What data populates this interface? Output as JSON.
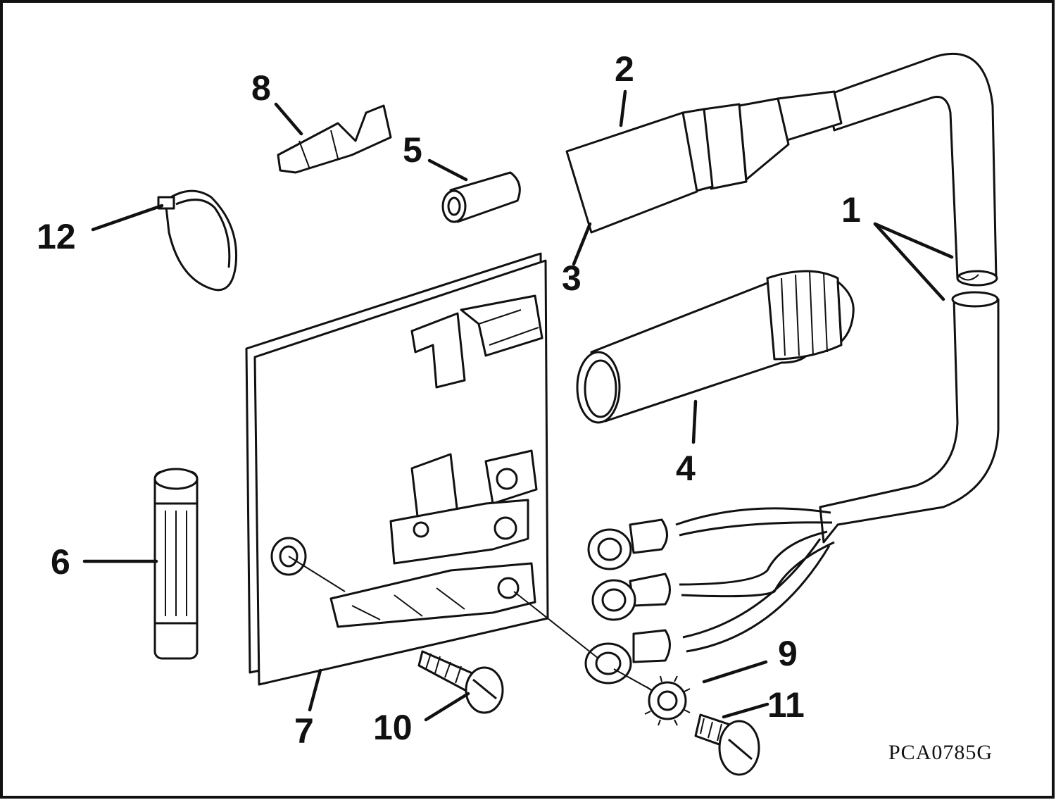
{
  "diagram": {
    "drawing_code": "PCA0785G",
    "callouts": [
      {
        "id": "1",
        "label": "1"
      },
      {
        "id": "2",
        "label": "2"
      },
      {
        "id": "3",
        "label": "3"
      },
      {
        "id": "4",
        "label": "4"
      },
      {
        "id": "5",
        "label": "5"
      },
      {
        "id": "6",
        "label": "6"
      },
      {
        "id": "7",
        "label": "7"
      },
      {
        "id": "8",
        "label": "8"
      },
      {
        "id": "9",
        "label": "9"
      },
      {
        "id": "10",
        "label": "10"
      },
      {
        "id": "11",
        "label": "11"
      },
      {
        "id": "12",
        "label": "12"
      }
    ]
  }
}
